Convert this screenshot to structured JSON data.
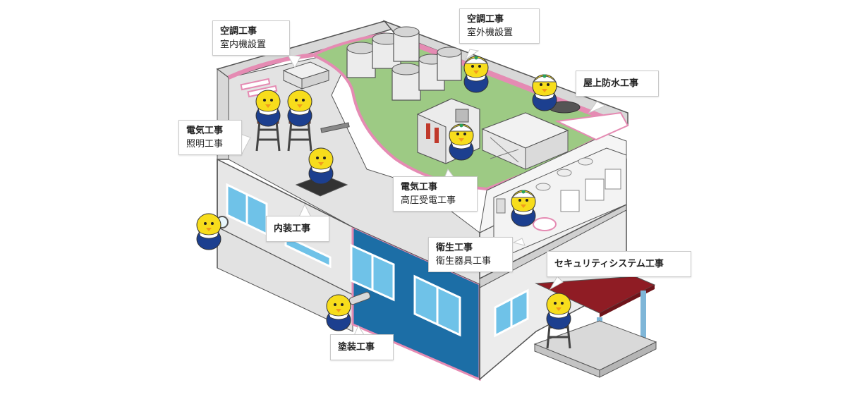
{
  "labels": {
    "hvac_indoor": {
      "title": "空調工事",
      "subtitle": "室内機設置"
    },
    "hvac_outdoor": {
      "title": "空調工事",
      "subtitle": "室外機設置"
    },
    "roof_waterproofing": {
      "title": "屋上防水工事"
    },
    "electrical_lighting": {
      "title": "電気工事",
      "subtitle": "照明工事"
    },
    "electrical_high_voltage": {
      "title": "電気工事",
      "subtitle": "高圧受電工事"
    },
    "interior": {
      "title": "内装工事"
    },
    "sanitary": {
      "title": "衛生工事",
      "subtitle": "衛生器具工事"
    },
    "security": {
      "title": "セキュリティシステム工事"
    },
    "painting": {
      "title": "塗装工事"
    }
  },
  "colors": {
    "wall_gray": "#e7e7e7",
    "wall_blue": "#1c6ea6",
    "window_blue": "#6fc2e8",
    "roof_green": "#9dca84",
    "roof_pink": "#f4c5d8",
    "canopy_red": "#8f1c24",
    "floor_gray": "#d9d9d9",
    "outline": "#555555",
    "bird_yellow": "#f7dd1c",
    "bird_body": "#1c3f8f"
  }
}
